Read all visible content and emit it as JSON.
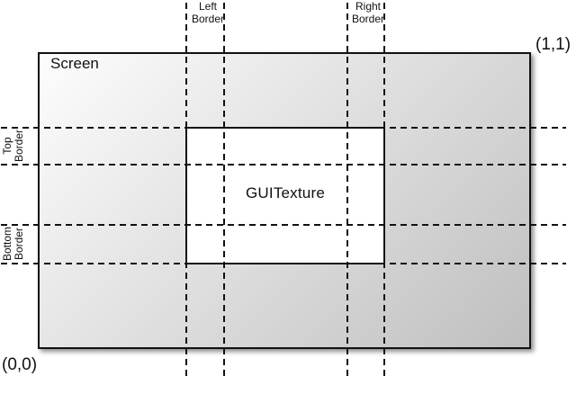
{
  "labels": {
    "screen": "Screen",
    "guitexture": "GUITexture",
    "origin": "(0,0)",
    "top_right": "(1,1)"
  },
  "border_labels": {
    "left": {
      "line1": "Left",
      "line2": "Border"
    },
    "right": {
      "line1": "Right",
      "line2": "Border"
    },
    "top": {
      "line1": "Top",
      "line2": "Border"
    },
    "bottom": {
      "line1": "Bottom",
      "line2": "Border"
    }
  },
  "colors": {
    "line": "#111111",
    "screen_gradient_start": "#fdfdfd",
    "screen_gradient_end": "#bfbfbf",
    "guitexture_fill": "#ffffff"
  }
}
